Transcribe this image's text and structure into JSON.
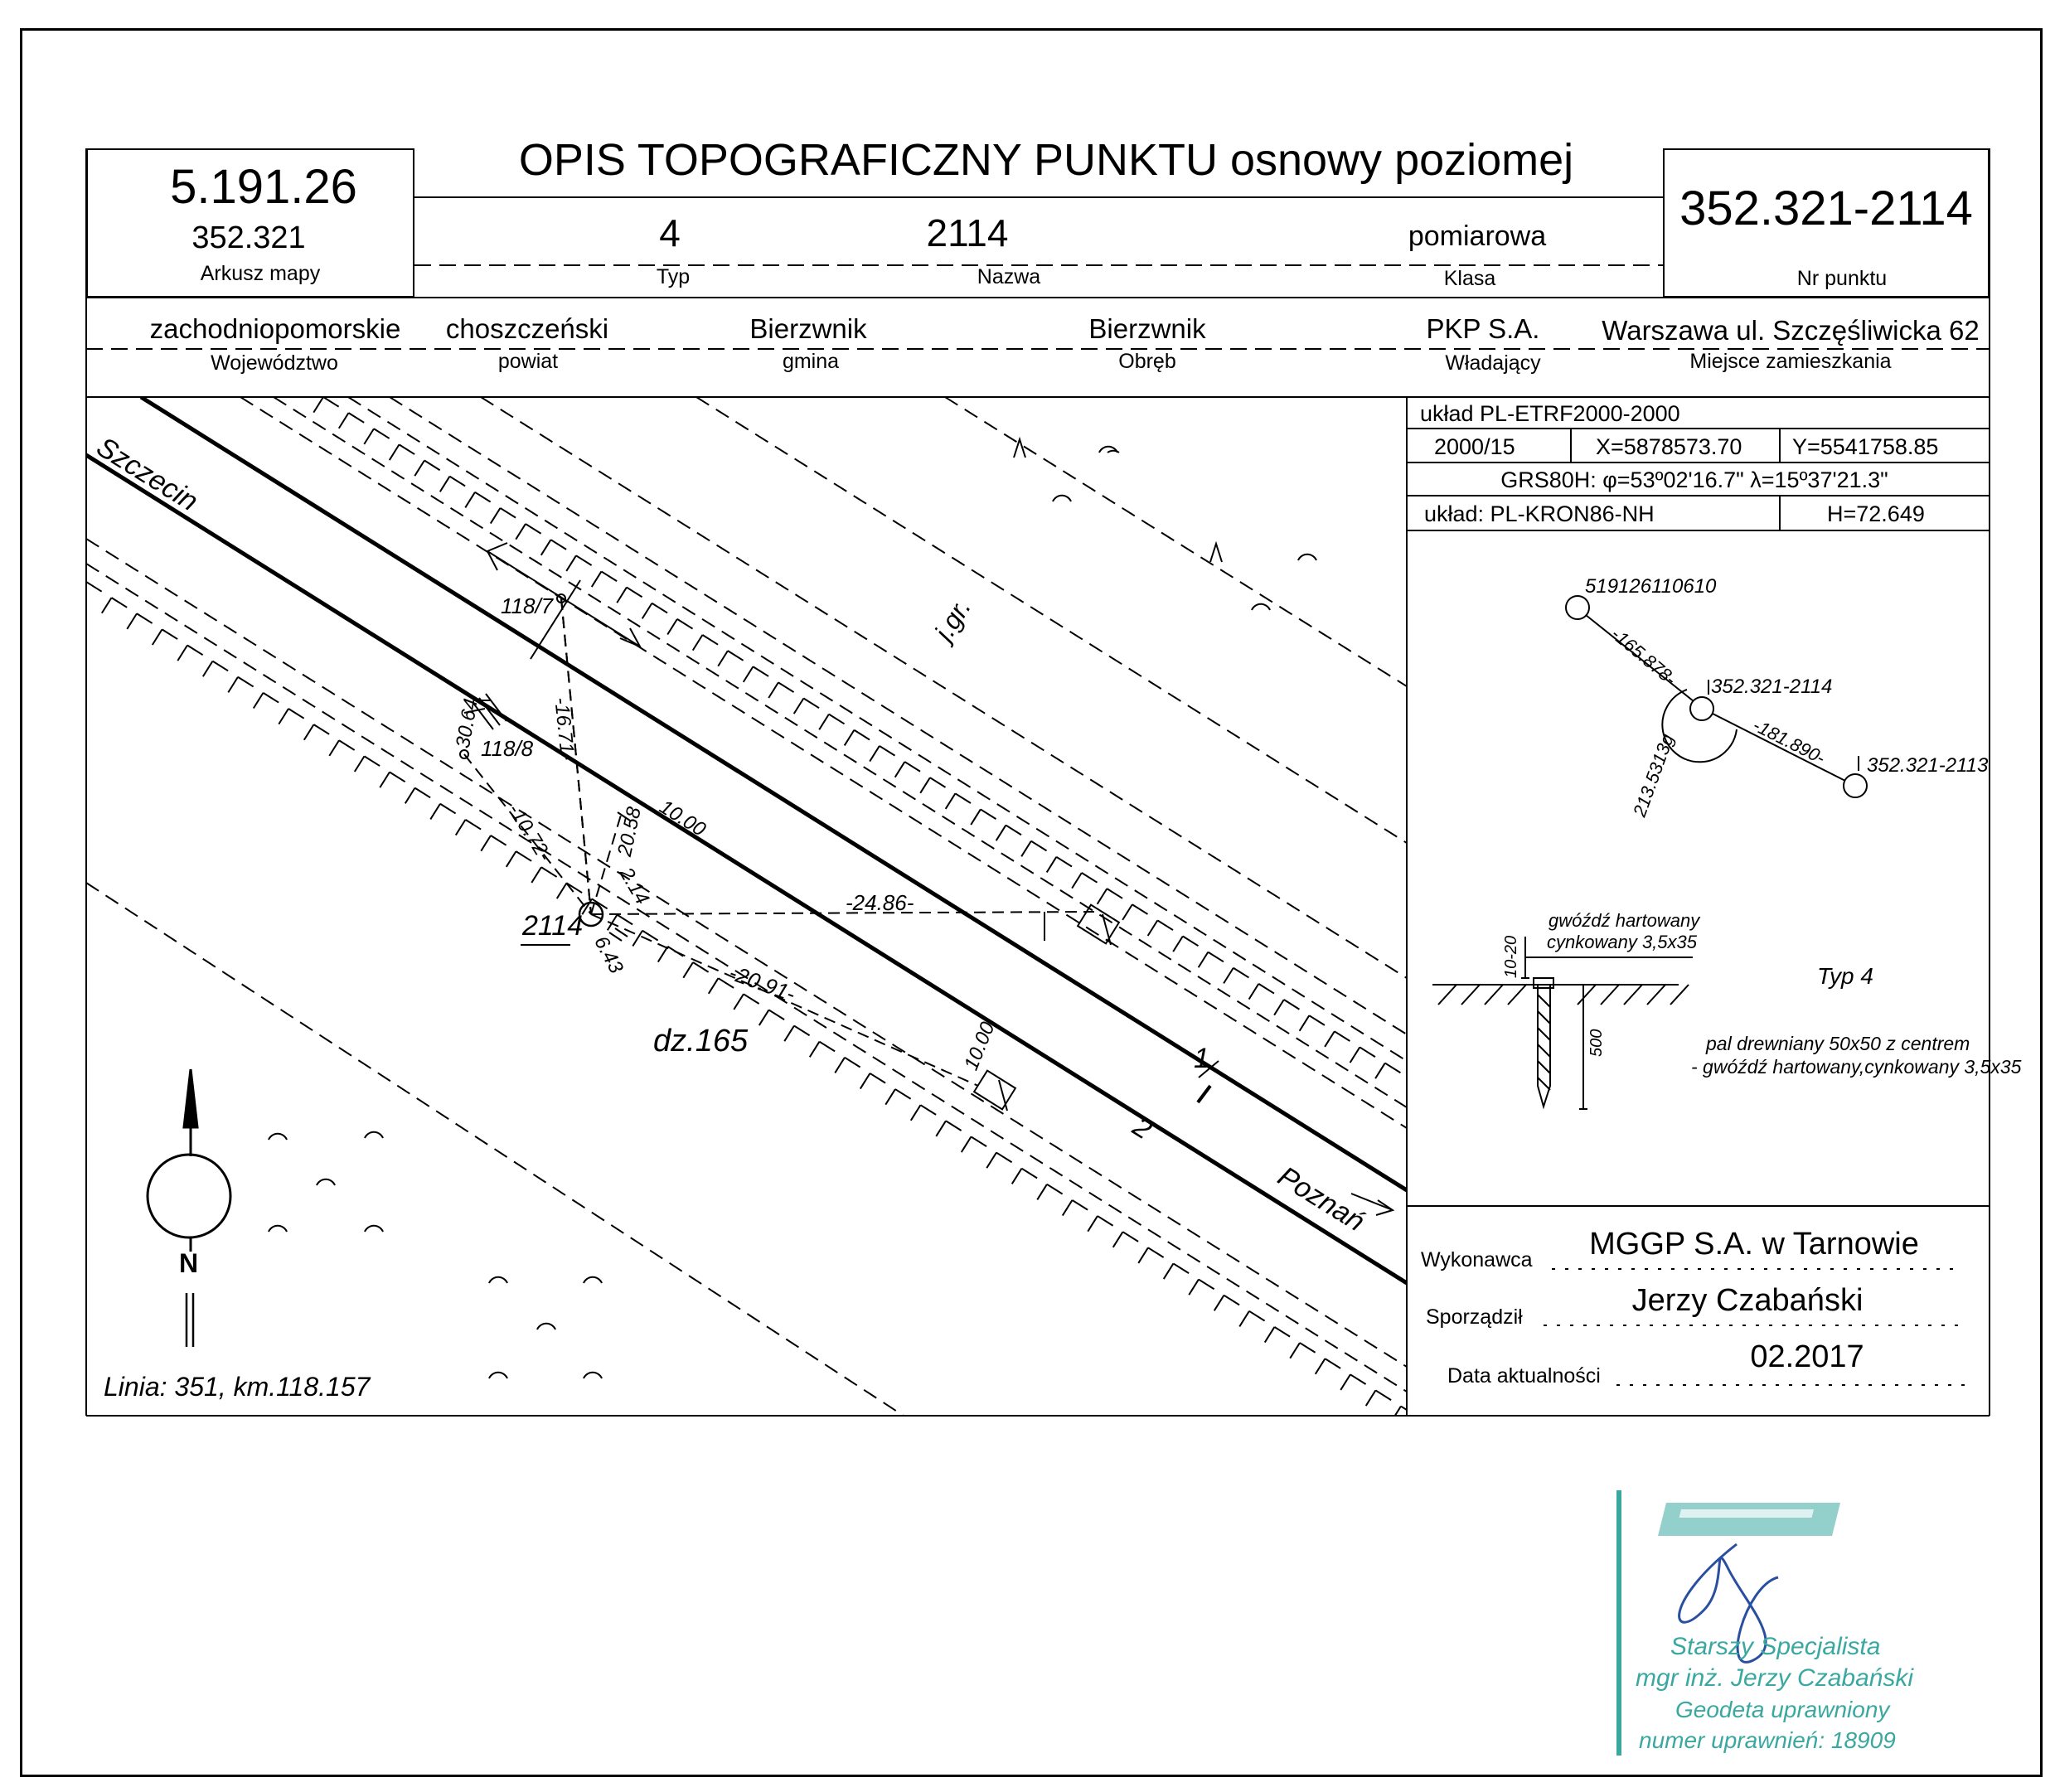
{
  "header": {
    "title": "OPIS TOPOGRAFICZNY PUNKTU osnowy poziomej",
    "sheet_number": "5.191.26",
    "sheet_sub": "352.321",
    "sheet_label": "Arkusz mapy",
    "type_value": "4",
    "type_label": "Typ",
    "name_value": "2114",
    "name_label": "Nazwa",
    "class_value": "pomiarowa",
    "class_label": "Klasa",
    "point_number": "352.321-2114",
    "point_label": "Nr punktu"
  },
  "admin": {
    "voivodeship": "zachodniopomorskie",
    "voivodeship_label": "Województwo",
    "county": "choszczeński",
    "county_label": "powiat",
    "commune": "Bierzwnik",
    "commune_label": "gmina",
    "precinct": "Bierzwnik",
    "precinct_label": "Obręb",
    "owner": "PKP S.A.",
    "owner_label": "Władający",
    "residence": "Warszawa ul. Szczęśliwicka 62",
    "residence_label": "Miejsce zamieszkania"
  },
  "coords": {
    "system": "układ PL-ETRF2000-2000",
    "zone": "2000/15",
    "x": "X=5878573.70",
    "y": "Y=5541758.85",
    "grs": "GRS80H: φ=53º02'16.7\" λ=15º37'21.3\"",
    "height_system": "układ: PL-KRON86-NH",
    "height": "H=72.649"
  },
  "sketch_right": {
    "point_a": "519126110610",
    "dist_a": "-165.878-",
    "point_center": "352.321-2114",
    "dist_b": "-181.890-",
    "point_b": "352.321-2113",
    "angle": "213.5313g",
    "nail_label_1": "gwóźdź hartowany",
    "nail_label_2": "cynkowany 3,5x35",
    "depth": "10-20",
    "length": "500",
    "type": "Typ 4",
    "desc_1": "pal drewniany 50x50 z centrem",
    "desc_2": "- gwóźdź hartowany,cynkowany 3,5x35"
  },
  "map": {
    "city_west": "Szczecin",
    "city_east": "Poznań",
    "point_label": "2114",
    "parcel": "dz.165",
    "track_1": "1",
    "track_2": "2",
    "ref_1": "118/7",
    "ref_2": "118/8",
    "gr": "j.gr.",
    "d_1671": "-16.71-",
    "d_3064": "30.64",
    "d_1072": "-10.72-",
    "d_2058": "20.58",
    "d_1000a": "10.00",
    "d_214": "2.14",
    "d_2486": "-24.86-",
    "d_643": "6.43",
    "d_2091": "-20.91-",
    "d_1000b": "10.00",
    "north": "N",
    "line_info": "Linia: 351, km.118.157"
  },
  "footer": {
    "contractor_label": "Wykonawca",
    "contractor": "MGGP S.A.  w Tarnowie",
    "author_label": "Sporządził",
    "author": "Jerzy Czabański",
    "date_label": "Data aktualności",
    "date": "02.2017"
  },
  "stamp": {
    "logo": "mggp",
    "line_1": "Starszy Specjalista",
    "line_2": "mgr inż. Jerzy Czabański",
    "line_3": "Geodeta uprawniony",
    "line_4": "numer uprawnień: 18909"
  },
  "colors": {
    "ink": "#000000",
    "stamp_teal": "#3aa8a0",
    "stamp_blue": "#2a4fa0"
  }
}
